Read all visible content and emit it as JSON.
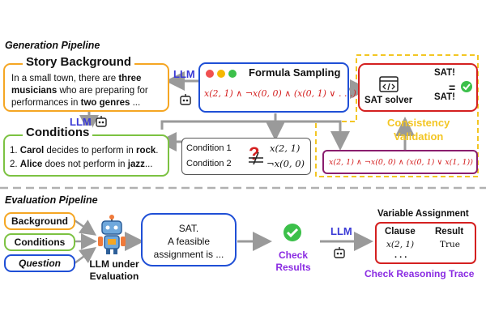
{
  "generation": {
    "section_title": "Generation Pipeline",
    "story": {
      "title": "Story Background",
      "line1": "In a small town, there are ",
      "line1_bold": "three",
      "line2_bold": "musicians",
      "line2": " who are preparing for",
      "line3": "performances in ",
      "line3_bold": "two genres",
      "line3_end": " ..."
    },
    "llm_label_top": "LLM",
    "llm_label_mid": "LLM",
    "conditions": {
      "title": "Conditions",
      "item1_pre": "1. ",
      "item1_name": "Carol",
      "item1_mid": " decides to perform in ",
      "item1_obj": "rock",
      "item1_end": ".",
      "item2_pre": "2. ",
      "item2_name": "Alice",
      "item2_mid": " does not perform in ",
      "item2_obj": "jazz",
      "item2_end": "..."
    },
    "formula_sampling": {
      "title": "Formula Sampling",
      "formula": "x(2, 1) ∧ ¬x(0, 0) ∧ (x(0, 1) ∨ . . .)"
    },
    "mapping": {
      "cond1_label": "Condition 1",
      "cond1_formula": "x(2, 1)",
      "cond2_label": "Condition 2",
      "cond2_formula": "¬x(0, 0)",
      "mark": "?"
    },
    "sat_solver": {
      "label": "SAT solver",
      "result1": "SAT!",
      "result2": "SAT!"
    },
    "consistency": {
      "line1": "Consistency",
      "line2": "Validation"
    },
    "full_formula": "x(2, 1) ∧ ¬x(0, 0) ∧ (x(0, 1) ∨ x(1, 1))"
  },
  "evaluation": {
    "section_title": "Evaluation Pipeline",
    "inputs": [
      "Background",
      "Conditions",
      "Question"
    ],
    "model_label_line1": "LLM under",
    "model_label_line2": "Evaluation",
    "response": {
      "line1": "SAT.",
      "line2": "A feasible",
      "line3": "assignment is ..."
    },
    "check_results": {
      "line1": "Check",
      "line2": "Results"
    },
    "llm_label": "LLM",
    "assignment": {
      "title": "Variable Assignment",
      "col1": "Clause",
      "col2": "Result",
      "row_clause": "x(2, 1)",
      "row_result": "True",
      "ellipsis": ". . ."
    },
    "reasoning_label": "Check Reasoning Trace"
  },
  "colors": {
    "orange": "#f5a623",
    "green": "#7cc242",
    "blue": "#1f4fd6",
    "red": "#d42020",
    "purple": "#8a2be2",
    "yellow": "#f3c623",
    "arrow": "#9a9a9a"
  },
  "icons": [
    "robot-icon",
    "chip-icon",
    "checkmark-icon",
    "code-window-icon",
    "window-dots-icon"
  ]
}
